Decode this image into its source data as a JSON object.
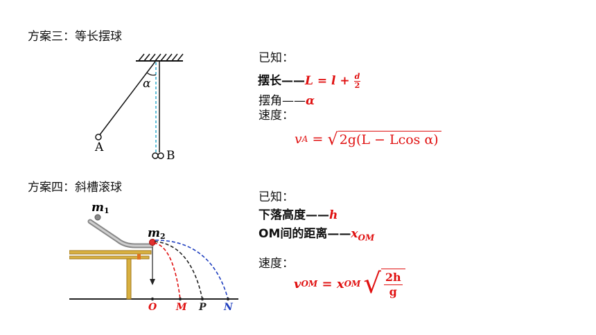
{
  "scheme3": {
    "heading": "方案三：等长摆球",
    "figure": {
      "angle_label": "α",
      "label_a": "A",
      "label_b": "B"
    },
    "known_label": "已知：",
    "length_label": "摆长——",
    "length_formula": {
      "lhs": "L",
      "eq": " = ",
      "l": "l",
      "plus": " + ",
      "num": "d",
      "den": "2"
    },
    "angle_label": "摆角——",
    "angle_symbol": "α",
    "speed_label": "速度：",
    "speed_formula": {
      "lhs": "v",
      "sub": "A",
      "eq": " = ",
      "radicand": "2g(L − Lcos α)"
    }
  },
  "scheme4": {
    "heading": "方案四：斜槽滚球",
    "figure": {
      "m1": "m",
      "m1_sub": "1",
      "m2": "m",
      "m2_sub": "2",
      "points": [
        "O",
        "M",
        "P",
        "N"
      ],
      "colors": {
        "red": "#e01010",
        "black": "#222222",
        "blue": "#1f3fbf",
        "rail": "#c8a030",
        "slope": "#999999"
      }
    },
    "known_label": "已知：",
    "height_label": "下落高度——",
    "height_symbol": "h",
    "distance_label": "OM间的距离——",
    "distance_symbol": "x",
    "distance_sub": "OM",
    "speed_label": "速度：",
    "speed_formula": {
      "lhs": "v",
      "lhs_sub": "OM",
      "eq": " = ",
      "x": "x",
      "x_sub": "OM",
      "num": "2h",
      "den": "g"
    }
  }
}
